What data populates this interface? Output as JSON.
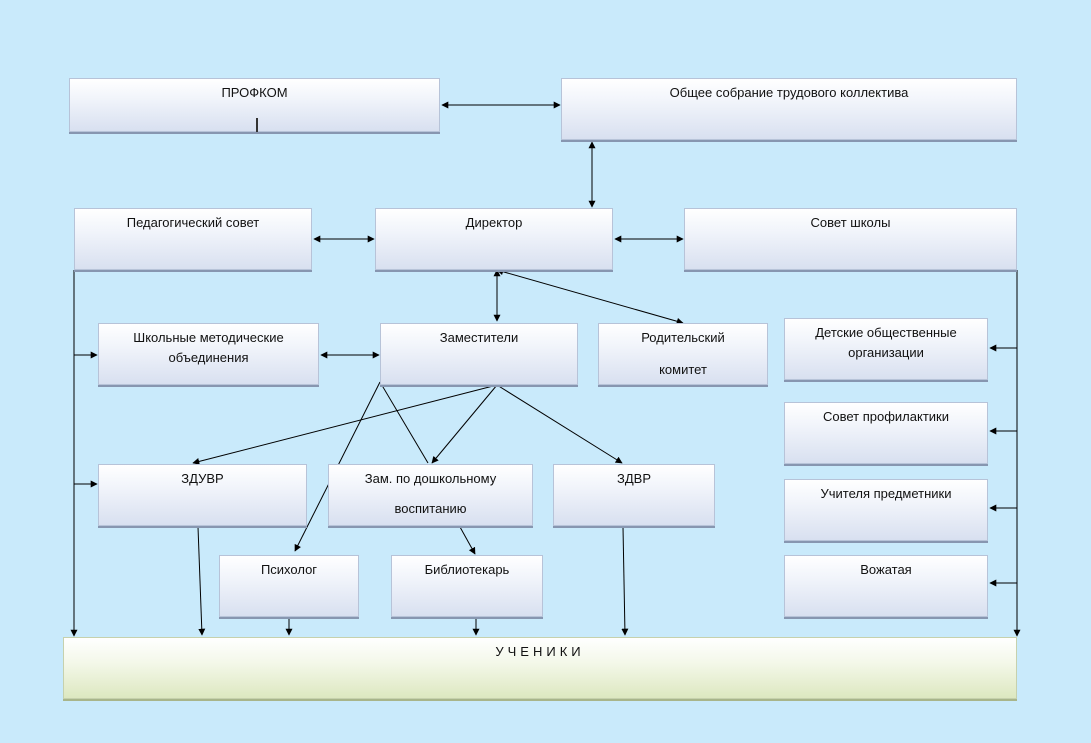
{
  "nodes": {
    "profkom": "ПРОФКОМ",
    "general_meeting": "Общее собрание трудового коллектива",
    "ped_council": "Педагогический совет",
    "director": "Директор",
    "school_council": "Совет школы",
    "method_assoc_line1": "Школьные методические",
    "method_assoc_line2": "объединения",
    "deputies": "Заместители",
    "parent_comm_line1": "Родительский",
    "parent_comm_line2": "комитет",
    "children_orgs_line1": "Детские общественные",
    "children_orgs_line2": "организации",
    "prevention_council": "Совет профилактики",
    "subject_teachers": "Учителя предметники",
    "zduvr": "ЗДУВР",
    "preschool_deputy_line1": "Зам. по дошкольному",
    "preschool_deputy_line2": "воспитанию",
    "zdvr": "ЗДВР",
    "psychologist": "Психолог",
    "librarian": "Библиотекарь",
    "counselor": "Вожатая",
    "students": "УЧЕНИКИ"
  },
  "colors": {
    "background": "#c9eafb",
    "connector": "#000000"
  }
}
